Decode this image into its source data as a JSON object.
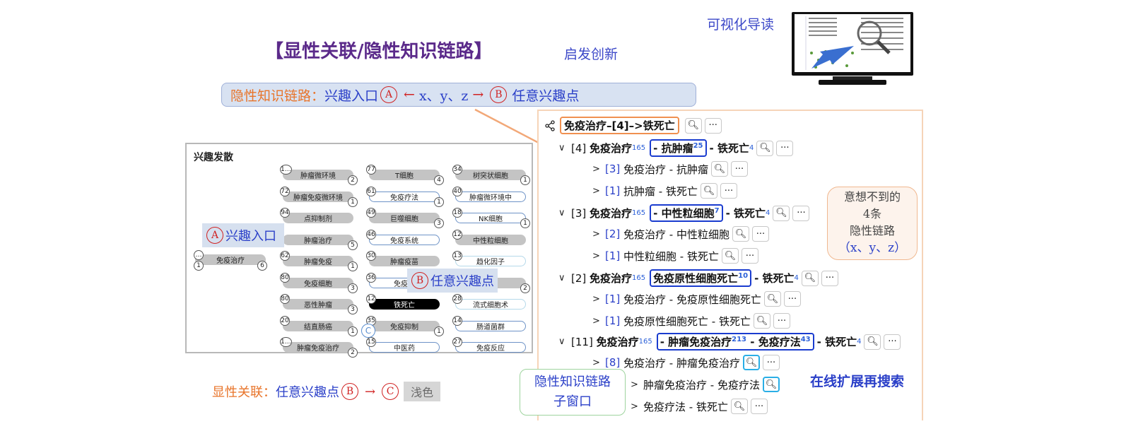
{
  "title": "【显性关联/隐性知识链路】",
  "inspire": "启发创新",
  "visual_guide": "可视化导读",
  "banner": {
    "prefix": "隐性知识链路：",
    "entry": "兴趣入口",
    "circle_a": "A",
    "arrow_left": "←",
    "middle": "x、y、z",
    "arrow_right": "→",
    "circle_b": "B",
    "target": "任意兴趣点"
  },
  "left_panel": {
    "title": "兴趣发散",
    "root": {
      "label": "免疫治疗",
      "top_badge": "…",
      "left_badge": "1",
      "right_badge": "6"
    },
    "col1": [
      {
        "label": "肿瘤微环境",
        "num": "1…",
        "badge": "2",
        "style": "filled"
      },
      {
        "label": "肿瘤免疫微环境",
        "num": "72",
        "badge": "1",
        "style": "filled"
      },
      {
        "label": "点抑制剂",
        "num": "94",
        "badge": "",
        "style": "filled"
      },
      {
        "label": "肿瘤治疗",
        "num": "",
        "badge": "5",
        "style": "filled"
      },
      {
        "label": "肿瘤免疫",
        "num": "62",
        "badge": "1",
        "style": "filled"
      },
      {
        "label": "免疫细胞",
        "num": "80",
        "badge": "3",
        "style": "filled"
      },
      {
        "label": "恶性肿瘤",
        "num": "80",
        "badge": "3",
        "style": "filled"
      },
      {
        "label": "结直肠癌",
        "num": "20",
        "badge": "1",
        "style": "filled"
      },
      {
        "label": "肿瘤免疫治疗",
        "num": "1…",
        "badge": "2",
        "style": "filled"
      }
    ],
    "col2": [
      {
        "label": "T细胞",
        "num": "77",
        "badge": "4",
        "style": "filled"
      },
      {
        "label": "免疫疗法",
        "num": "61",
        "badge": "1",
        "style": "outline"
      },
      {
        "label": "巨噬细胞",
        "num": "49",
        "badge": "3",
        "style": "filled"
      },
      {
        "label": "免疫系统",
        "num": "46",
        "badge": "",
        "style": "outline"
      },
      {
        "label": "肿瘤疫苗",
        "num": "30",
        "badge": "",
        "style": "filled"
      },
      {
        "label": "免疫逃",
        "num": "36",
        "badge": "",
        "style": "outline"
      },
      {
        "label": "铁死亡",
        "num": "12",
        "badge": "",
        "style": "dark"
      },
      {
        "label": "免疫抑制",
        "num": "35",
        "badge": "1",
        "style": "filled"
      },
      {
        "label": "中医药",
        "num": "15",
        "badge": "",
        "style": "outline"
      }
    ],
    "col3": [
      {
        "label": "树突状细胞",
        "num": "34",
        "badge": "1",
        "style": "filled"
      },
      {
        "label": "肿瘤微环境中",
        "num": "40",
        "badge": "",
        "style": "outline"
      },
      {
        "label": "NK细胞",
        "num": "18",
        "badge": "1",
        "style": "outline"
      },
      {
        "label": "中性粒细胞",
        "num": "12",
        "badge": "",
        "style": "filled"
      },
      {
        "label": "趋化因子",
        "num": "13",
        "badge": "",
        "style": "pale"
      },
      {
        "label": "",
        "num": "",
        "badge": "2",
        "style": "filled"
      },
      {
        "label": "流式细胞术",
        "num": "28",
        "badge": "",
        "style": "pale"
      },
      {
        "label": "肠道菌群",
        "num": "14",
        "badge": "",
        "style": "outline"
      },
      {
        "label": "免疫反应",
        "num": "27",
        "badge": "",
        "style": "outline"
      }
    ],
    "entry_tag": {
      "circle": "A",
      "text": "兴趣入口"
    },
    "any_tag": {
      "circle": "B",
      "text": "任意兴趣点"
    },
    "c_marker": "C"
  },
  "explicit": {
    "prefix": "显性关联：",
    "text": "任意兴趣点",
    "circle_b": "B",
    "arrow": "→",
    "circle_c": "C",
    "swatch": "浅色"
  },
  "right_panel": {
    "header": "免疫治疗–[4]–>铁死亡",
    "groups": [
      {
        "count": "[4]",
        "start": "免疫治疗",
        "start_sup": "165",
        "mid": "- 抗肿瘤",
        "mid_sup": "25",
        "end": "- 铁死亡",
        "end_sup": "4",
        "children": [
          {
            "count": "[3]",
            "text": "免疫治疗 - 抗肿瘤"
          },
          {
            "count": "[1]",
            "text": "抗肿瘤 - 铁死亡"
          }
        ]
      },
      {
        "count": "[3]",
        "start": "免疫治疗",
        "start_sup": "165",
        "mid": "- 中性粒细胞",
        "mid_sup": "7",
        "end": "- 铁死亡",
        "end_sup": "4",
        "children": [
          {
            "count": "[2]",
            "text": "免疫治疗 - 中性粒细胞"
          },
          {
            "count": "[1]",
            "text": "中性粒细胞 - 铁死亡"
          }
        ]
      },
      {
        "count": "[2]",
        "start": "免疫治疗",
        "start_sup": "165",
        "mid": "免疫原性细胞死亡",
        "mid_sup": "10",
        "end": "- 铁死亡",
        "end_sup": "4",
        "children": [
          {
            "count": "[1]",
            "text": "免疫治疗 - 免疫原性细胞死亡"
          },
          {
            "count": "[1]",
            "text": "免疫原性细胞死亡 - 铁死亡"
          }
        ]
      },
      {
        "count": "[11]",
        "start": "免疫治疗",
        "start_sup": "165",
        "mid": "- 肿瘤免疫治疗",
        "mid_sup": "213",
        "mid2": "- 免疫疗法",
        "mid2_sup": "43",
        "end": "- 铁死亡",
        "end_sup": "4",
        "children": [
          {
            "count": "[8]",
            "text": "免疫治疗 - 肿瘤免疫治疗"
          },
          {
            "count": "",
            "text": "肿瘤免疫治疗 - 免疫疗法"
          },
          {
            "count": "",
            "text": "免疫疗法 - 铁死亡"
          }
        ]
      }
    ]
  },
  "callouts": {
    "unexpected_lines": [
      "意想不到的",
      "4条",
      "隐性链路"
    ],
    "unexpected_xyz": "（x、y、z）",
    "sub_window_lines": [
      "隐性知识链路",
      "子窗口"
    ],
    "online_search": "在线扩展再搜索"
  },
  "icons": {
    "search": "search-icon",
    "more": "more-icon",
    "share": "share-icon",
    "chevron_down": "chevron-down-icon",
    "chevron_right": "chevron-right-icon"
  },
  "colors": {
    "title": "#5b2a8a",
    "accent_blue": "#2a3fc8",
    "orange": "#e8742a",
    "highlight": "#1a3ccf",
    "cyan": "#2aaee6"
  }
}
